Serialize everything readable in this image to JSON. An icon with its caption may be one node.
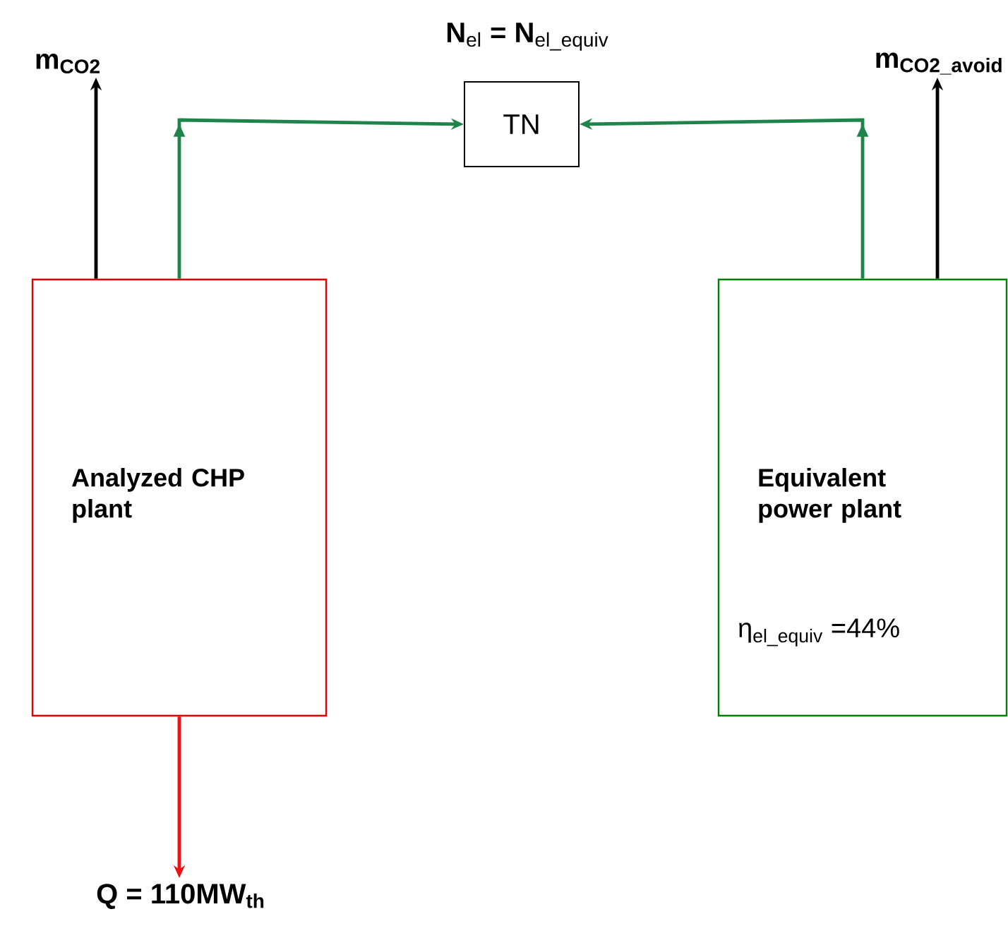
{
  "diagram": {
    "nodes": [
      {
        "text": [
          "Analyzed CHP plant"
        ]
      },
      {
        "text": [
          "Equivalent power plant",
          "η$_{el_equiv}$ =44%"
        ]
      },
      {
        "text": [
          "TN"
        ],
        "beside": [
          "**N**$_{el}$  **=  N**$_{el_equiv}$"
        ]
      },
      {
        "text": [
          "m$_{CO2}$"
        ]
      },
      {
        "text": [
          "m$_{CO2_avoid}$"
        ]
      },
      {
        "text": [
          "Q = 110MW$_{th}$"
        ]
      }
    ],
    "edges": [
      {
        "from": 0,
        "to": 3,
        "arrow": "to",
        "color": "#000000"
      },
      {
        "from": 0,
        "to": 2,
        "arrow": "to",
        "color": "#1e8449"
      },
      {
        "from": 1,
        "to": 2,
        "arrow": "to",
        "color": "#1e8449"
      },
      {
        "from": 1,
        "to": 4,
        "arrow": "to",
        "color": "#000000"
      },
      {
        "from": 0,
        "to": 5,
        "arrow": "to",
        "color": "#ee1111"
      }
    ]
  }
}
